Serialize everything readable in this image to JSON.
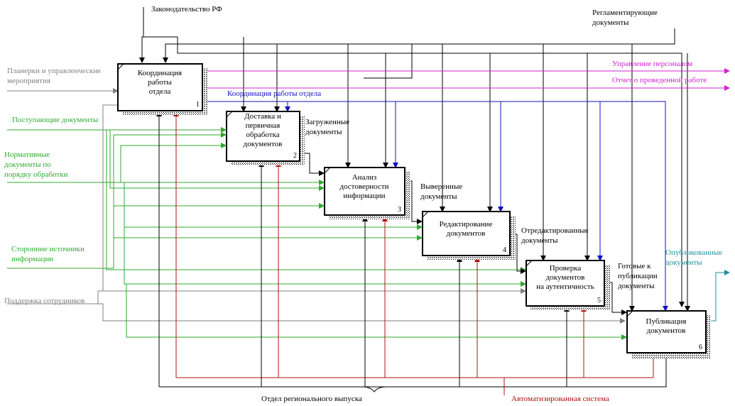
{
  "colors": {
    "black": "#000000",
    "green": "#2faa2f",
    "gray": "#808080",
    "red": "#b01010",
    "blue": "#1010c0",
    "magenta": "#d020d0",
    "teal": "#2090a0"
  },
  "boxes": [
    {
      "lines": [
        "Координация",
        "работы",
        "отдела"
      ],
      "num": "1"
    },
    {
      "lines": [
        "Доставка и",
        "первичная",
        "обработка",
        "документов"
      ],
      "num": "2"
    },
    {
      "lines": [
        "Анализ",
        "достоверности",
        "информации"
      ],
      "num": "3"
    },
    {
      "lines": [
        "Редактирование",
        "документов"
      ],
      "num": "4"
    },
    {
      "lines": [
        "Проверка",
        "документов",
        "на аутентичность"
      ],
      "num": "5"
    },
    {
      "lines": [
        "Публикация",
        "документов"
      ],
      "num": "6"
    }
  ],
  "labels": {
    "law": "Законодательство РФ",
    "regulating": [
      "Регламентирующие",
      "документы"
    ],
    "meetings": [
      "Планерки и управленческие",
      "мероприятия"
    ],
    "incoming": "Поступающие документы",
    "normative": [
      "Нормативные",
      "документы по",
      "порядку обработки"
    ],
    "external": [
      "Сторонние источники",
      "информации"
    ],
    "support": "Поддержка сотрудников",
    "hr": "Управление персоналом",
    "report": "Отчет о проведенной работе",
    "coordination": "Координация работы отдела",
    "loaded": [
      "Загруженные",
      "документы"
    ],
    "verified": [
      "Выверенные",
      "документы"
    ],
    "edited": [
      "Отредактированные",
      "документы"
    ],
    "ready": [
      "Готовые к",
      "публикации",
      "документы"
    ],
    "published": [
      "Опубликованные",
      "документы"
    ],
    "dept": "Отдел регионального выпуска",
    "system": "Автоматизированная система"
  }
}
